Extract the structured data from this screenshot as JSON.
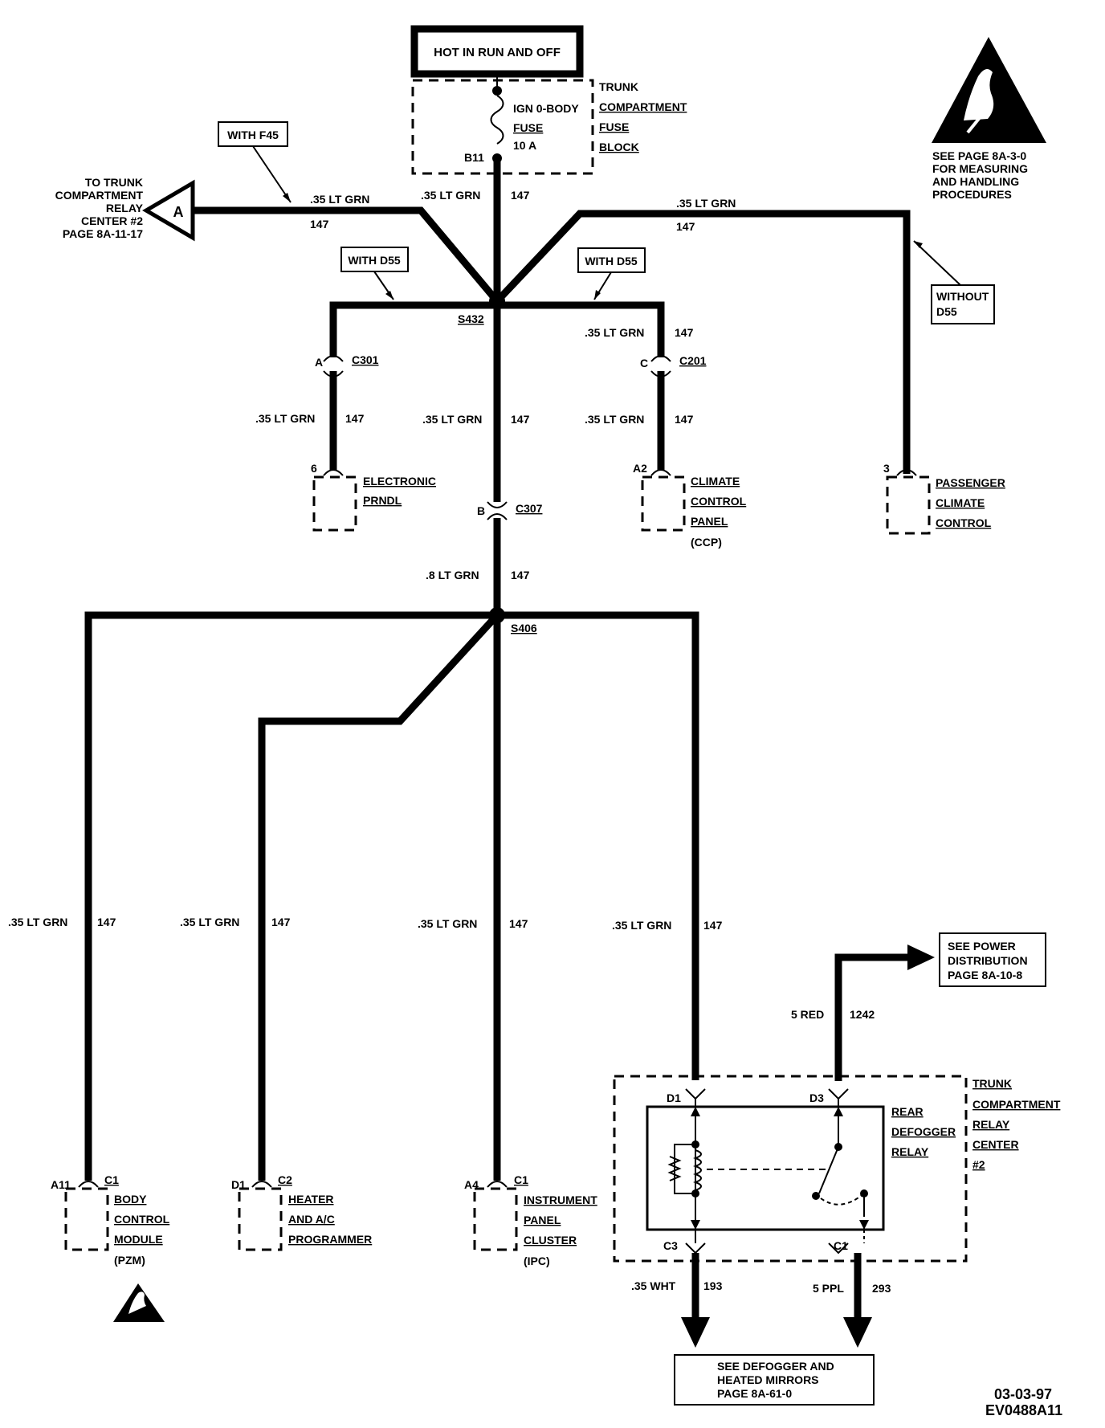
{
  "power_label": "HOT IN RUN AND OFF",
  "fuse_block": {
    "fuse_name": "IGN 0-BODY",
    "fuse_word": "FUSE",
    "fuse_rating": "10 A",
    "pin": "B11",
    "title_lines": [
      "TRUNK",
      "COMPARTMENT",
      "FUSE",
      "BLOCK"
    ]
  },
  "esd_notice_lines": [
    "SEE PAGE 8A-3-0",
    "FOR MEASURING",
    "AND HANDLING",
    "PROCEDURES"
  ],
  "trunk_relay_ref": {
    "lines": [
      "TO TRUNK",
      "COMPARTMENT",
      "RELAY",
      "CENTER #2",
      "PAGE 8A-11-17"
    ],
    "letter": "A"
  },
  "option_boxes": {
    "f45": "WITH F45",
    "d55_left": "WITH D55",
    "d55_right": "WITH D55",
    "without_d55": [
      "WITHOUT",
      "D55"
    ]
  },
  "wire_labels": {
    "lt_grn_035": ".35 LT GRN",
    "lt_grn_08": ".8 LT GRN",
    "circuit_147": "147",
    "red_5": "5 RED",
    "circuit_1242": "1242",
    "wht_035": ".35 WHT",
    "circuit_193": "193",
    "ppl_5": "5 PPL",
    "circuit_293": "293"
  },
  "splices": {
    "s432": "S432",
    "s406": "S406"
  },
  "connectors": {
    "c301": {
      "name": "C301",
      "pin": "A"
    },
    "c201": {
      "name": "C201",
      "pin": "C"
    },
    "c307": {
      "name": "C307",
      "pin": "B"
    }
  },
  "components": {
    "prndl": {
      "pin": "6",
      "lines": [
        "ELECTRONIC",
        "PRNDL"
      ]
    },
    "ccp": {
      "pin": "A2",
      "lines": [
        "CLIMATE",
        "CONTROL",
        "PANEL",
        "(CCP)"
      ]
    },
    "passenger": {
      "pin": "3",
      "lines": [
        "PASSENGER",
        "CLIMATE",
        "CONTROL"
      ]
    },
    "bcm": {
      "pin": "A11",
      "conn": "C1",
      "lines": [
        "BODY",
        "CONTROL",
        "MODULE",
        "(PZM)"
      ]
    },
    "heater": {
      "pin": "D1",
      "conn": "C2",
      "lines": [
        "HEATER",
        "AND A/C",
        "PROGRAMMER"
      ]
    },
    "ipc": {
      "pin": "A4",
      "conn": "C1",
      "lines": [
        "INSTRUMENT",
        "PANEL",
        "CLUSTER",
        "(IPC)"
      ]
    }
  },
  "power_dist_ref": [
    "SEE POWER",
    "DISTRIBUTION",
    "PAGE 8A-10-8"
  ],
  "relay_center": {
    "relay_lines": [
      "REAR",
      "DEFOGGER",
      "RELAY"
    ],
    "center_lines": [
      "TRUNK",
      "COMPARTMENT",
      "RELAY",
      "CENTER",
      "#2"
    ],
    "pins": {
      "d1": "D1",
      "d3": "D3",
      "c3": "C3",
      "c1": "C1"
    }
  },
  "defogger_ref": [
    "SEE DEFOGGER AND",
    "HEATED MIRRORS",
    "PAGE 8A-61-0"
  ],
  "footer": {
    "date": "03-03-97",
    "code": "EV0488A11"
  }
}
